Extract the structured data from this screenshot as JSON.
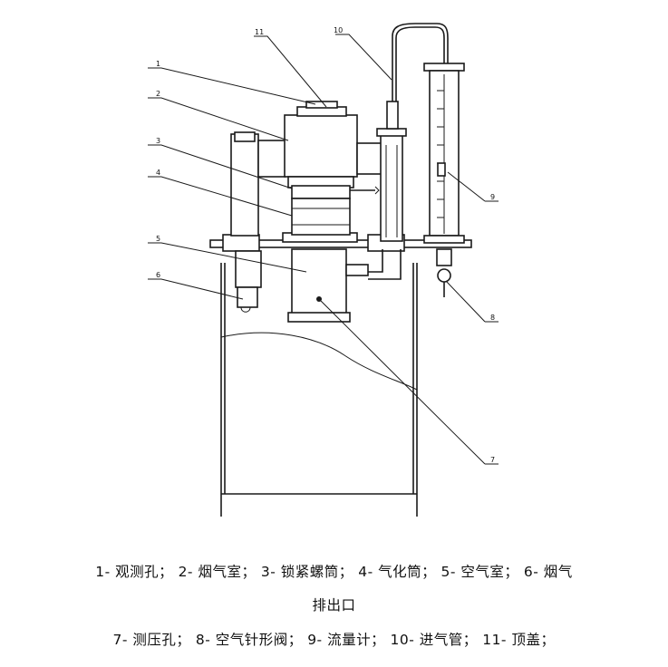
{
  "callouts": [
    "1",
    "2",
    "3",
    "4",
    "5",
    "6",
    "7",
    "8",
    "9",
    "10",
    "11"
  ],
  "caption": {
    "line1": [
      "1- 观测孔；",
      "2- 烟气室；",
      "3- 锁紧螺筒；",
      "4- 气化筒；",
      "5- 空气室；",
      "6- 烟气"
    ],
    "line2": [
      "排出口"
    ],
    "line3": [
      "7- 测压孔；",
      "8- 空气针形阀；",
      "9- 流量计；",
      "10- 进气管；",
      "11- 顶盖；"
    ]
  }
}
